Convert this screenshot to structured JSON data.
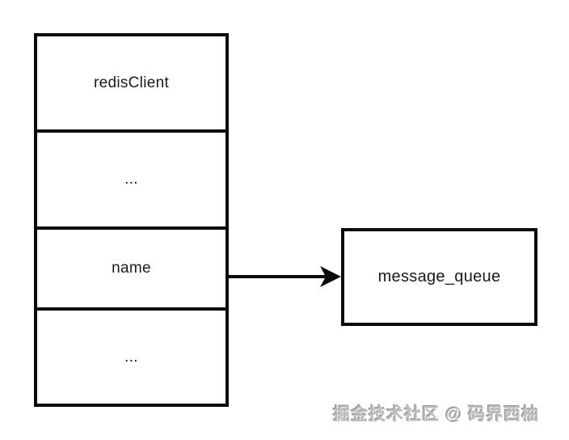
{
  "diagram": {
    "background_color": "#ffffff",
    "stroke_color": "#0a0a0a",
    "text_color": "#1a1a1a",
    "client_struct": {
      "rows": [
        {
          "label": "redisClient"
        },
        {
          "label": "..."
        },
        {
          "label": "name"
        },
        {
          "label": "..."
        }
      ]
    },
    "target_box": {
      "label": "message_queue"
    },
    "arrow": {
      "from": "name",
      "to": "message_queue",
      "direction": "right"
    },
    "watermark": "掘金技术社区 @ 码界西柚"
  }
}
